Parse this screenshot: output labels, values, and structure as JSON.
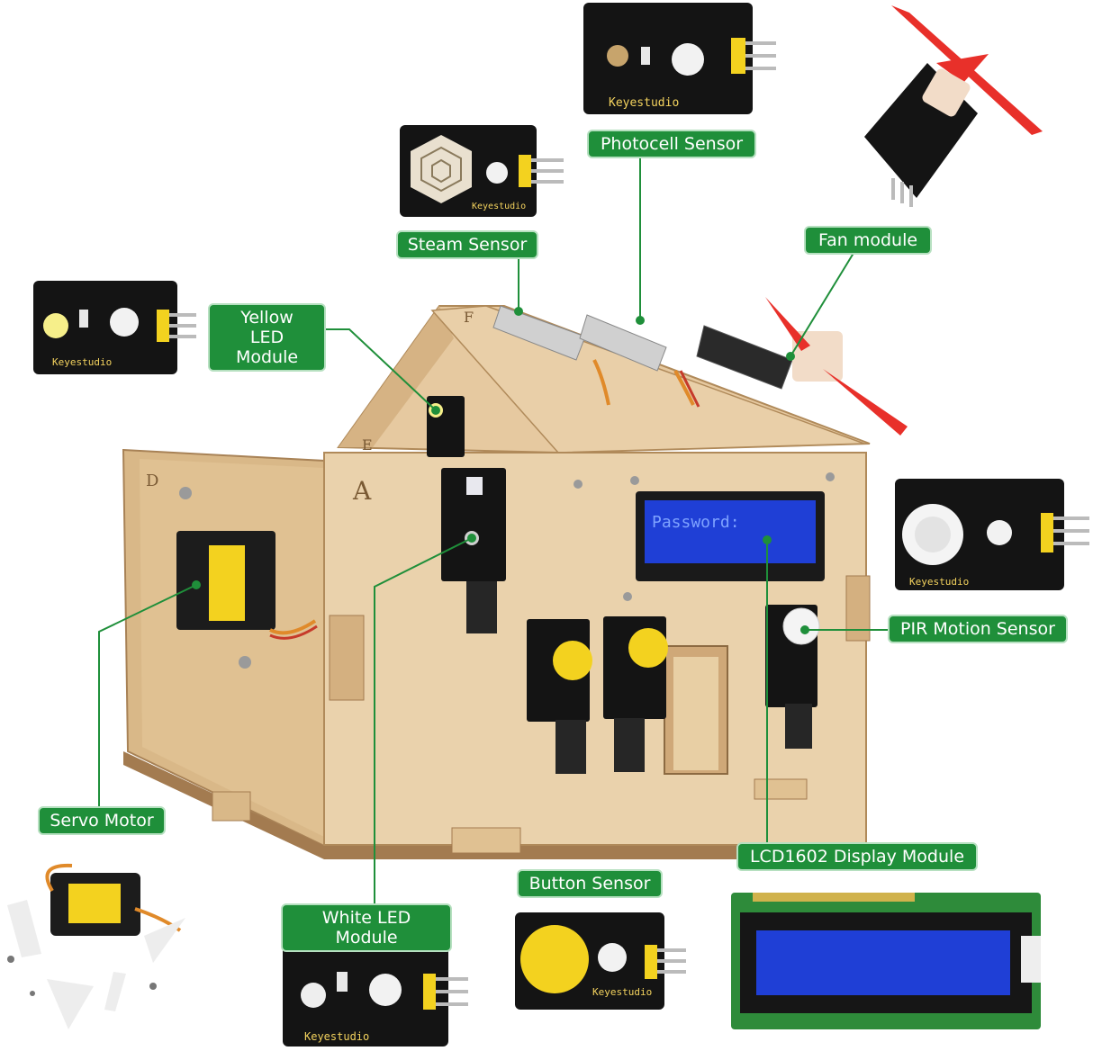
{
  "labels": {
    "photocell": "Photocell Sensor",
    "steam": "Steam Sensor",
    "fan": "Fan module",
    "yellow_led": "Yellow\nLED Module",
    "pir": "PIR Motion Sensor",
    "servo": "Servo Motor",
    "lcd": "LCD1602 Display Module",
    "button": "Button Sensor",
    "white_led": "White LED Module"
  },
  "lcd_screen_text": "Password:",
  "board_brand": "Keyestudio",
  "colors": {
    "label_green": "#1f8f3a",
    "label_border": "#b6e0c0",
    "leader_line": "#1f8f3a",
    "pcb_black": "#141414",
    "wood": "#e3c59a",
    "wood_dark": "#c9a472",
    "lcd_blue": "#1f3fd6",
    "lcd_green": "#2e8b3a",
    "button_yellow": "#f3d21f",
    "fan_red": "#e8302a"
  }
}
